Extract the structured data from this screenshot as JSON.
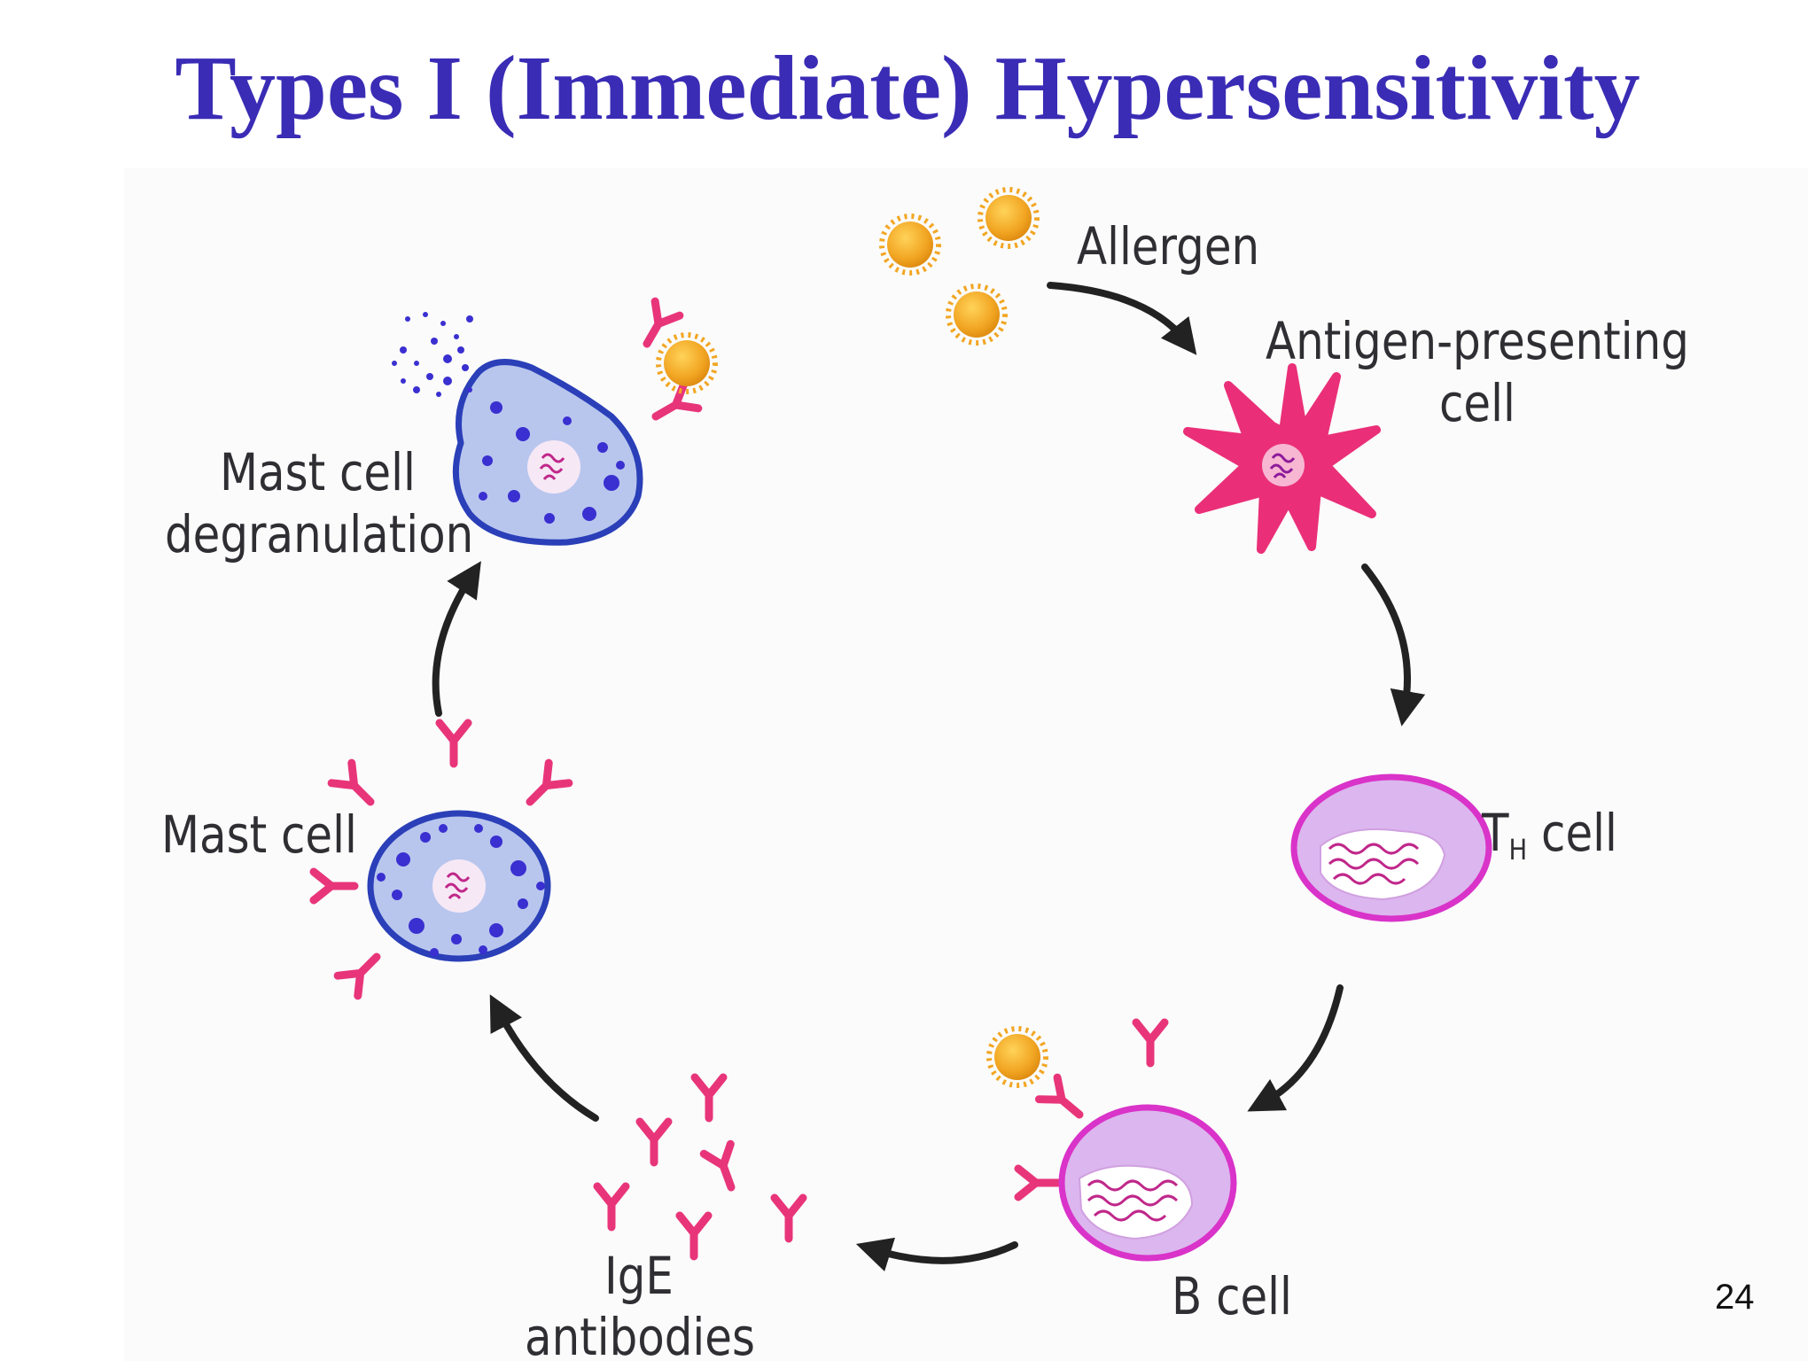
{
  "title": "Types I (Immediate) Hypersensitivity",
  "labels": {
    "allergen": "Allergen",
    "apc_line1": "Antigen-presenting",
    "apc_line2": "cell",
    "th_main": "T",
    "th_sub": "H",
    "th_rest": " cell",
    "b_cell": "B cell",
    "ige_line1": "IgE",
    "ige_line2": "antibodies",
    "mast_cell": "Mast cell",
    "degran_line1": "Mast cell",
    "degran_line2": "degranulation"
  },
  "page_number": "24",
  "colors": {
    "title": "#3a2cb5",
    "allergen": "#f2a623",
    "antibody": "#e8357a",
    "apc": "#ea2f78",
    "lymphocyte_fill": "#dcb6ee",
    "lymphocyte_border": "#d933c9",
    "mast_fill": "#b8c6ee",
    "mast_border": "#2a3fb8",
    "granule": "#3a2fd0",
    "arrow": "#222222"
  }
}
